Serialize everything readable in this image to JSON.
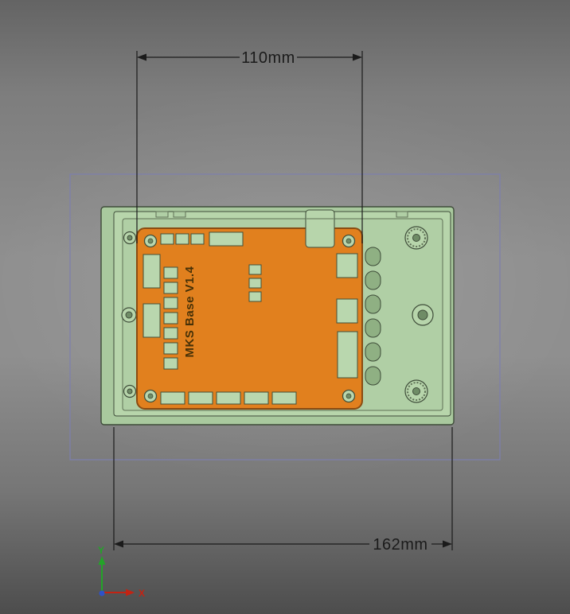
{
  "viewport": {
    "dimensions": {
      "top_label": "110mm",
      "bottom_label": "162mm"
    },
    "pcb": {
      "silkscreen_text": "MKS Base V1.4"
    },
    "axis": {
      "x": "X",
      "y": "Y"
    }
  },
  "colors": {
    "bg-top": "#646464",
    "bg-mid": "#8f8f8f",
    "bg-bottom": "#4d4d4d",
    "selection-stroke": "#7d7fae",
    "case-wall": "#a9c99e",
    "case-face": "#b7d5ab",
    "case-floor": "#b0cfa5",
    "case-edge": "#3e4c39",
    "case-detail": "#5f7156",
    "vent-fill": "#8fb083",
    "boss-inner": "#6f8c66",
    "pcb-fill": "#e1801e",
    "pcb-edge": "#8a4c12",
    "pad-fill": "#b9d7ae",
    "pad-edge": "#41503b",
    "silk-text": "#473107",
    "dim-color": "#1b1b1b",
    "axis-x": "#c32313",
    "axis-y": "#23a428",
    "axis-origin": "#2e52c9"
  }
}
